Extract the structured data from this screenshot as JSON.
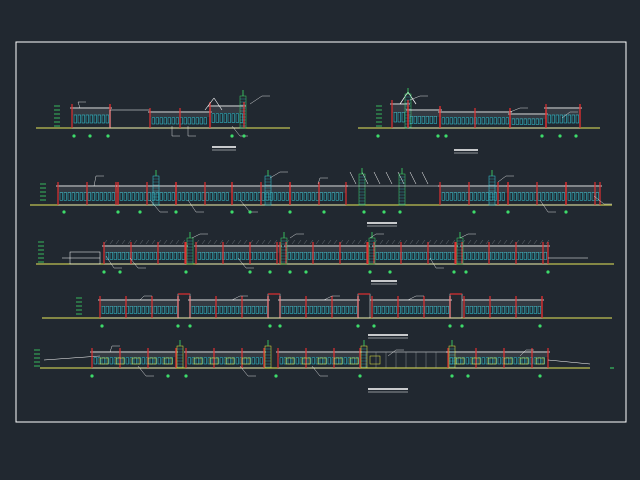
{
  "drawing": {
    "background": "#212830",
    "frame_color": "#ffffff",
    "elevations": [
      {
        "id": "elevation-1",
        "label": ""
      },
      {
        "id": "elevation-2",
        "label": ""
      },
      {
        "id": "elevation-3",
        "label": ""
      },
      {
        "id": "elevation-4",
        "label": ""
      },
      {
        "id": "elevation-5",
        "label": ""
      },
      {
        "id": "elevation-6",
        "label": ""
      }
    ]
  },
  "palette": {
    "ground": "#e8e85a",
    "column": "#e23030",
    "glass": "#35d0e0",
    "window": "#40a8e8",
    "detail": "#ffffff",
    "marker": "#3ddc6a",
    "accent": "#f0f040",
    "grey": "#a0a6ac"
  }
}
